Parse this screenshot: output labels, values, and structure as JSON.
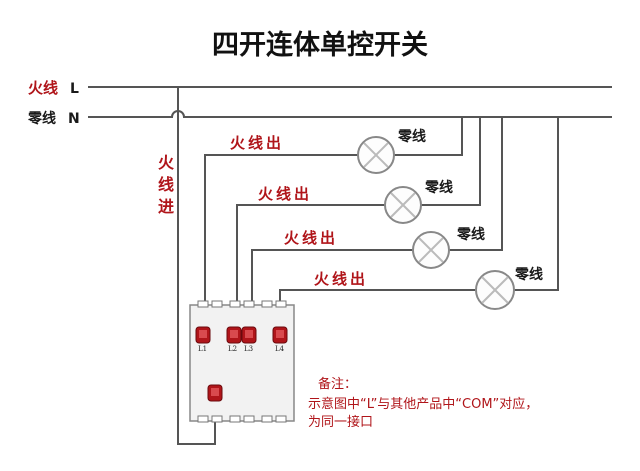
{
  "title": "四开连体单控开关",
  "lines": {
    "live": {
      "name": "火线",
      "letter": "L"
    },
    "neutral": {
      "name": "零线",
      "letter": "N"
    }
  },
  "live_in_label": [
    "火",
    "线",
    "进"
  ],
  "outputs": [
    {
      "label": "火线出",
      "lamp_label": "零线"
    },
    {
      "label": "火线出",
      "lamp_label": "零线"
    },
    {
      "label": "火线出",
      "lamp_label": "零线"
    },
    {
      "label": "火线出",
      "lamp_label": "零线"
    }
  ],
  "terminals": [
    "L1",
    "L2",
    "L3",
    "L4"
  ],
  "note": {
    "heading": "备注：",
    "line1": "示意图中“L”与其他产品中“COM”对应，",
    "line2": "为同一接口"
  },
  "colors": {
    "accent": "#b0151a",
    "wire": "#555555",
    "terminal": "#b0151a"
  }
}
